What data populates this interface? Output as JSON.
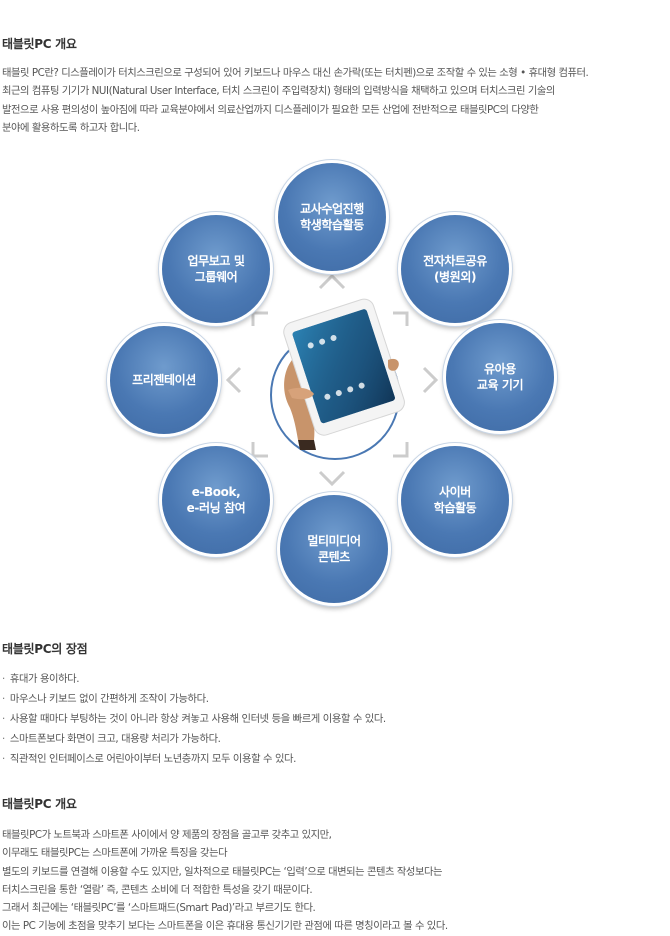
{
  "section1": {
    "title": "태블릿PC 개요",
    "lines": [
      "태블릿 PC란? 디스플레이가 터치스크린으로 구성되어 있어 키보드나 마우스 대신 손가락(또는 터치펜)으로 조작할 수 있는 소형 • 휴대형 컴퓨터.",
      "최근의 컴퓨팅 기기가 NUI(Natural User Interface, 터치 스크린이 주입력장치) 형태의 입력방식을 채택하고 있으며 터치스크린 기술의",
      "발전으로 사용 편의성이 높아짐에 따라 교육분야에서 의료산업까지 디스플레이가 필요한 모든 산업에 전반적으로 태블릿PC의 다양한",
      "분야에 활용하도록 하고자 합니다."
    ]
  },
  "diagram": {
    "nodes": [
      "교사수업진행\n학생학습활동",
      "전자차트공유\n(병원외)",
      "유아용\n교육 기기",
      "사이버\n학습활동",
      "멀티미디어\n콘텐츠",
      "e-Book,\ne-러닝 참여",
      "프리젠테이션",
      "업무보고 및\n그룹웨어"
    ],
    "colors": {
      "node": "#4a78b3",
      "chevron": "#cccccc"
    }
  },
  "section2": {
    "title": "태블릿PC의 장점",
    "items": [
      "휴대가 용이하다.",
      "마우스나 키보드 없이 간편하게 조작이 가능하다.",
      "사용할 때마다 부팅하는 것이 아니라 항상 켜놓고 사용해 인터넷 등을 빠르게 이용할 수 있다.",
      "스마트폰보다 화면이 크고, 대용량 처리가 가능하다.",
      "직관적인 인터페이스로 어린아이부터 노년층까지 모두 이용할 수 있다."
    ]
  },
  "section3": {
    "title": "태블릿PC 개요",
    "lines": [
      "태블릿PC가 노트북과 스마트폰 사이에서 양 제품의 장점을 골고루 갖추고 있지만,",
      "이무래도 태블릿PC는 스마트폰에 가까운 특징을 갖는다",
      "별도의 키보드를 연결해 이용할 수도 있지만, 일차적으로 태블릿PC는 ‘입력’으로 대변되는 콘텐츠 작성보다는",
      "터치스크린을 통한 ‘열람’ 즉, 콘텐츠 소비에 더 적합한 특성을 갖기 때문이다.",
      "그래서 최근에는 ‘태블릿PC’를 ‘스마트패드(Smart Pad)’라고 부르기도 한다.",
      "이는 PC 기능에 초점을 맞추기 보다는 스마트폰을 이은 휴대용 통신기기란 관점에 따른 명칭이라고 볼 수 있다."
    ]
  }
}
